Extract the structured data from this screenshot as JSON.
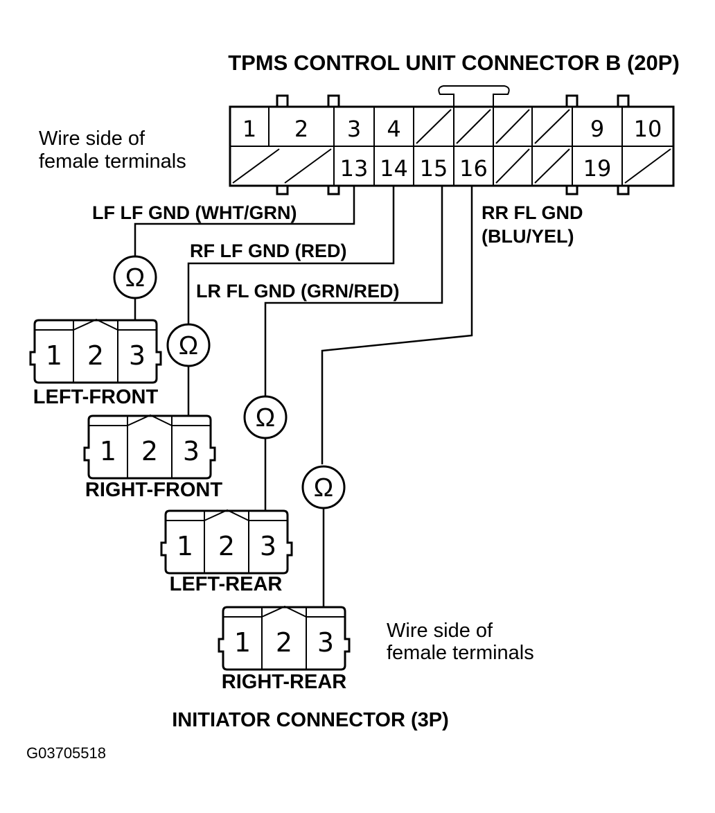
{
  "title": "TPMS CONTROL UNIT CONNECTOR B (20P)",
  "wire_side_top": [
    "Wire side of",
    "female terminals"
  ],
  "wire_side_bottom": [
    "Wire side of",
    "female terminals"
  ],
  "connector_b": {
    "top_row": [
      "1",
      "2",
      "3",
      "4",
      "",
      "",
      "",
      "",
      "9",
      "10"
    ],
    "bottom_row": [
      "",
      "",
      "13",
      "14",
      "15",
      "16",
      "",
      "",
      "19",
      ""
    ]
  },
  "wire_labels": {
    "lf": "LF LF GND (WHT/GRN)",
    "rf": "RF LF GND (RED)",
    "lr": "LR FL GND (GRN/RED)",
    "rr_line1": "RR FL GND",
    "rr_line2": "(BLU/YEL)"
  },
  "ohm_symbol": "Ω",
  "initiators": [
    {
      "name": "LEFT-FRONT",
      "pins": [
        "1",
        "2",
        "3"
      ]
    },
    {
      "name": "RIGHT-FRONT",
      "pins": [
        "1",
        "2",
        "3"
      ]
    },
    {
      "name": "LEFT-REAR",
      "pins": [
        "1",
        "2",
        "3"
      ]
    },
    {
      "name": "RIGHT-REAR",
      "pins": [
        "1",
        "2",
        "3"
      ]
    }
  ],
  "initiator_title": "INITIATOR CONNECTOR (3P)",
  "figure_code": "G03705518"
}
